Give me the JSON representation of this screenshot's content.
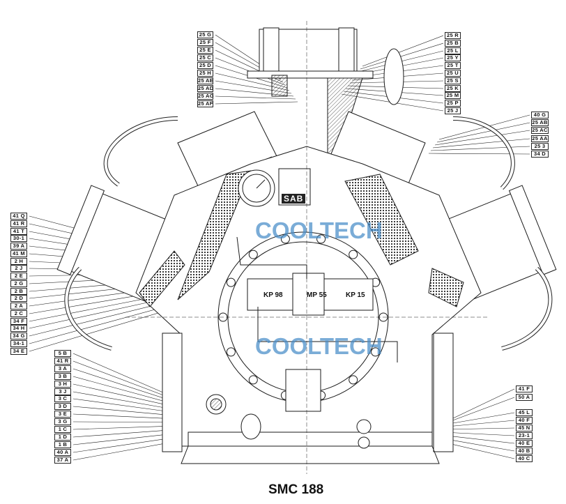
{
  "title": "SMC 188",
  "watermark": "COOLTECH",
  "logo_text": "SAB",
  "controls": [
    "KP 98",
    "MP 55",
    "KP 15"
  ],
  "labels": {
    "top_left": [
      "25 G",
      "25 F",
      "25 E",
      "25 C",
      "25 D",
      "25 H",
      "25 AE",
      "25 AD",
      "25 AG",
      "25 AF"
    ],
    "top_right": [
      "25 R",
      "25 B",
      "25 L",
      "25 Y",
      "25 T",
      "25 U",
      "25 S",
      "25 K",
      "25 M",
      "25 P",
      "25 J"
    ],
    "mid_right": [
      "40 G",
      "25 AB",
      "25 AC",
      "25 AA",
      "25 3",
      "34 D"
    ],
    "mid_left": [
      "41 Q",
      "41 R",
      "41 T",
      "30-1",
      "39 A",
      "41 M",
      "2 H",
      "2 J",
      "2 E",
      "2 G",
      "2 B",
      "2 D",
      "2 A",
      "2 C",
      "34 F",
      "34 H",
      "34 G",
      "34-1",
      "34 E"
    ],
    "bottom_left": [
      "5 B",
      "41 R",
      "3 A",
      "3 B",
      "3 H",
      "3 J",
      "3 C",
      "3 D",
      "3 E",
      "3 G",
      "1 C",
      "1 D",
      "1 B",
      "40 A",
      "37 A"
    ],
    "bottom_right": [
      "41 F",
      "50 A",
      "45 L",
      "40 F",
      "45 N",
      "23-1",
      "40 E",
      "40 B",
      "40 C"
    ]
  },
  "colors": {
    "line": "#1a1a1a",
    "watermark": "#468cc8"
  }
}
